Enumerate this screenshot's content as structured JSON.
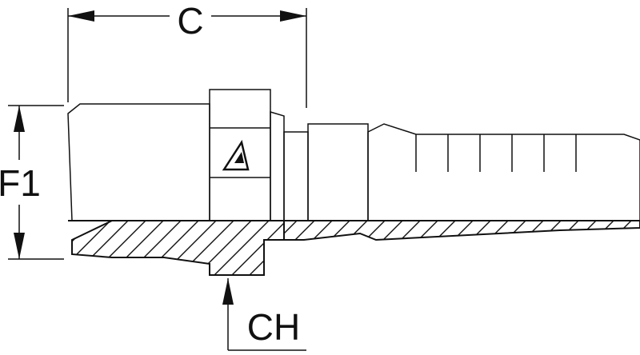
{
  "labels": {
    "c": "C",
    "f1": "F1",
    "ch": "CH"
  },
  "colors": {
    "body_light": "#e9e9e9",
    "body_mid": "#bdbdbd",
    "body_dark": "#8f8f8f",
    "line": "#111111",
    "section": "#ffffff"
  },
  "icons": {
    "logo": "triangle-logo-icon"
  }
}
